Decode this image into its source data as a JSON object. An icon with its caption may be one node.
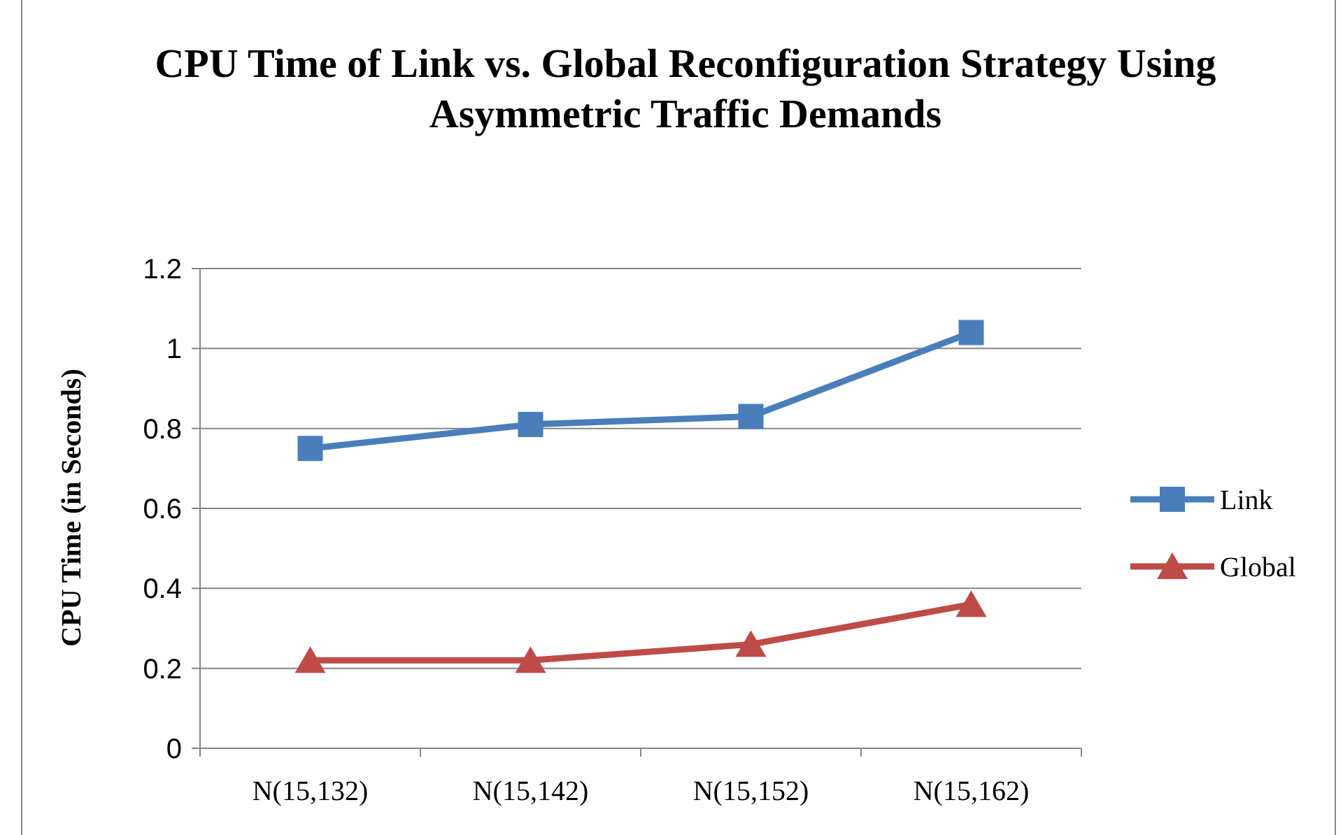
{
  "diagram": {
    "chart_data": {
      "type": "line",
      "title": "CPU Time of Link vs. Global Reconfiguration Strategy Using Asymmetric Traffic Demands",
      "ylabel": "CPU Time (in Seconds)",
      "categories": [
        "N(15,132)",
        "N(15,142)",
        "N(15,152)",
        "N(15,162)"
      ],
      "series": [
        {
          "name": "Link",
          "color": "#4a7ebb",
          "marker": "square",
          "values": [
            0.75,
            0.81,
            0.83,
            1.04
          ]
        },
        {
          "name": "Global",
          "color": "#be4b48",
          "marker": "triangle",
          "values": [
            0.22,
            0.22,
            0.26,
            0.36
          ]
        }
      ],
      "ylim": [
        0,
        1.2
      ],
      "yticks": [
        0,
        0.2,
        0.4,
        0.6,
        0.8,
        1,
        1.2
      ],
      "grid": true,
      "legend": "right"
    }
  }
}
